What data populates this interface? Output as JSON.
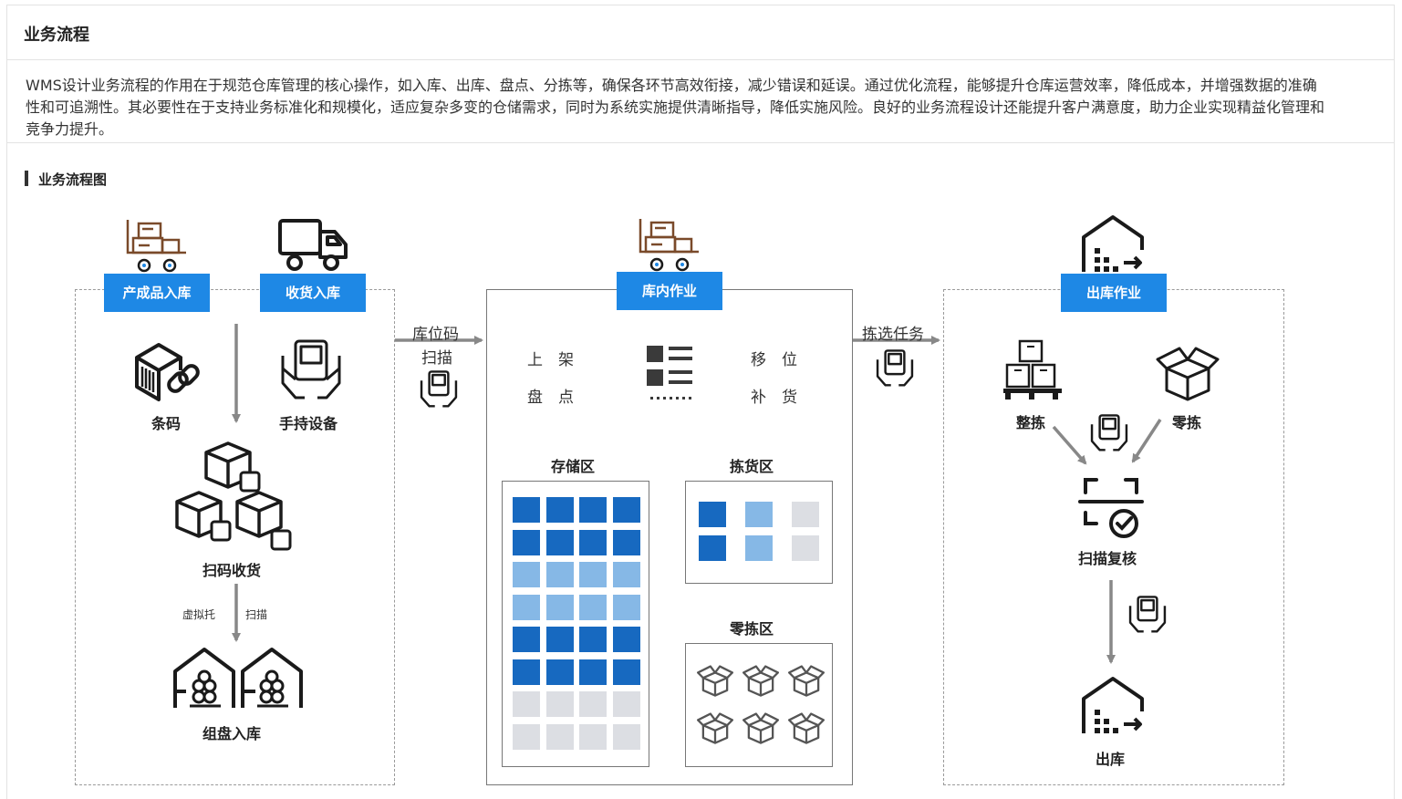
{
  "page": {
    "title": "业务流程",
    "description": "WMS设计业务流程的作用在于规范仓库管理的核心操作，如入库、出库、盘点、分拣等，确保各环节高效衔接，减少错误和延误。通过优化流程，能够提升仓库运营效率，降低成本，并增强数据的准确性和可追溯性。其必要性在于支持业务标准化和规模化，适应复杂多变的仓储需求，同时为系统实施提供清晰指导，降低实施风险。良好的业务流程设计还能提升客户满意度，助力企业实现精益化管理和竞争力提升。",
    "section_title": "业务流程图"
  },
  "inbound": {
    "tag_product": "产成品入库",
    "tag_receive": "收货入库",
    "barcode_label": "条码",
    "handheld_label": "手持设备",
    "scan_receive_label": "扫码收货",
    "virtual_pallet_label": "虚拟托",
    "scan_label": "扫描",
    "pallet_inbound_label": "组盘入库"
  },
  "connector1": {
    "line1": "库位码",
    "line2": "扫描"
  },
  "warehouse": {
    "tag": "库内作业",
    "ops": [
      "上　架",
      "盘　点",
      "移　位",
      "补　货"
    ],
    "storage_zone": "存储区",
    "picking_zone": "拣货区",
    "loose_zone": "零拣区"
  },
  "connector2": {
    "label": "拣选任务"
  },
  "outbound": {
    "tag": "出库作业",
    "whole_pick": "整拣",
    "loose_pick": "零拣",
    "scan_review": "扫描复核",
    "outbound_label": "出库"
  },
  "colors": {
    "accent": "#1e88e5",
    "dark_blue": "#1769c0",
    "light_blue": "#86b8e6",
    "grey_cell": "#dcdee3",
    "icon_brown": "#7a4a2a"
  }
}
